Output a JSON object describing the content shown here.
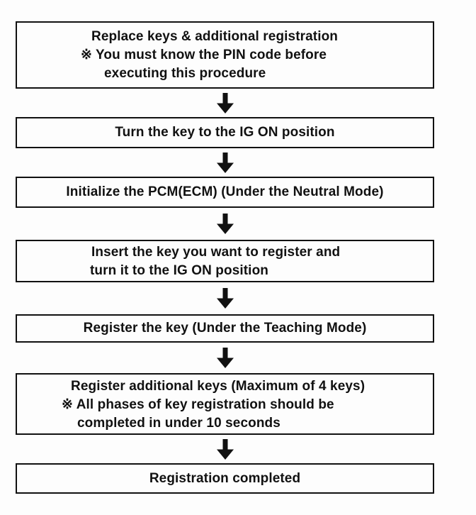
{
  "colors": {
    "ink": "#111111",
    "background": "#fdfdfd"
  },
  "icons": {
    "down_arrow": "⬇"
  },
  "flowchart": {
    "steps": [
      {
        "name": "replace-keys",
        "lines": [
          "Replace keys & additional registration",
          "※ You must know the PIN code before",
          "executing this procedure"
        ]
      },
      {
        "name": "turn-key-ig-on",
        "text": "Turn the key to the IG ON position"
      },
      {
        "name": "initialize-pcm",
        "text": "Initialize the PCM(ECM) (Under the Neutral Mode)"
      },
      {
        "name": "insert-key",
        "lines": [
          "Insert the key you want to register and",
          "turn it to the IG ON position"
        ]
      },
      {
        "name": "register-key",
        "text": "Register the key (Under the Teaching Mode)"
      },
      {
        "name": "register-additional-keys",
        "lines": [
          "Register additional keys (Maximum of 4 keys)",
          "※ All phases of key registration should be",
          "completed in under 10 seconds"
        ]
      },
      {
        "name": "registration-completed",
        "text": "Registration completed"
      }
    ]
  }
}
